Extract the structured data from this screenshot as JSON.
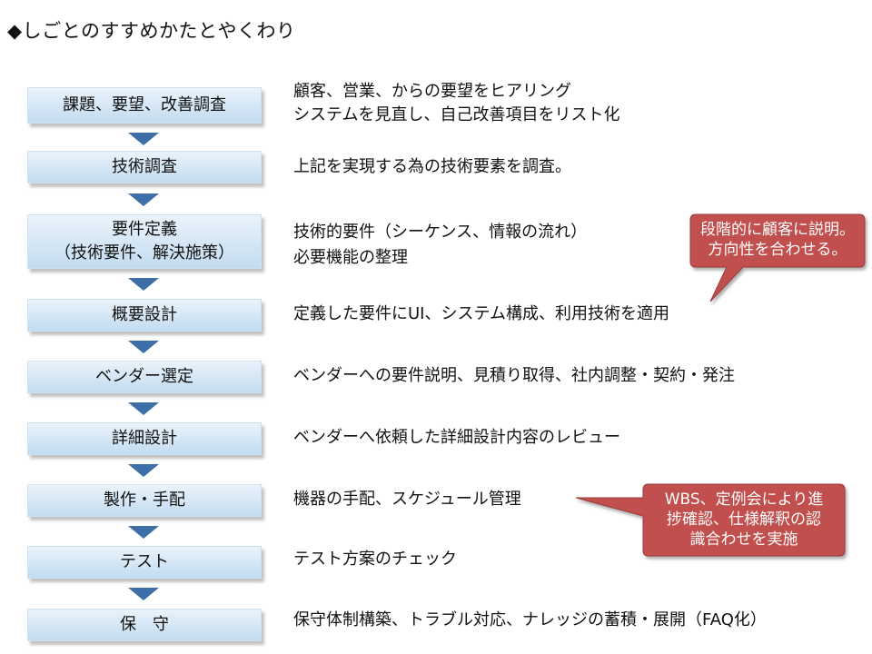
{
  "title": "◆しごとのすすめかたとやくわり",
  "steps": [
    {
      "label": "課題、要望、改善調査",
      "desc1": "顧客、営業、からの要望をヒアリング",
      "desc2": "システムを見直し、自己改善項目をリスト化"
    },
    {
      "label": "技術調査",
      "desc1": "上記を実現する為の技術要素を調査。"
    },
    {
      "label": "要件定義",
      "label2": "（技術要件、解決施策）",
      "desc1": "技術的要件（シーケンス、情報の流れ）",
      "desc2": "必要機能の整理"
    },
    {
      "label": "概要設計",
      "desc1": "定義した要件にUI、システム構成、利用技術を適用"
    },
    {
      "label": "ベンダー選定",
      "desc1": "ベンダーへの要件説明、見積り取得、社内調整・契約・発注"
    },
    {
      "label": "詳細設計",
      "desc1": "ベンダーへ依頼した詳細設計内容のレビュー"
    },
    {
      "label": "製作・手配",
      "desc1": "機器の手配、スケジュール管理"
    },
    {
      "label": "テスト",
      "desc1": "テスト方案のチェック"
    },
    {
      "label": "保　守",
      "desc1": "保守体制構築、トラブル対応、ナレッジの蓄積・展開（FAQ化）"
    }
  ],
  "callouts": [
    {
      "line1": "段階的に顧客に説明。",
      "line2": "方向性を合わせる。"
    },
    {
      "line1": "WBS、定例会により進",
      "line2": "捗確認、仕様解釈の認",
      "line3": "識合わせを実施"
    }
  ],
  "colors": {
    "step_fill": "#d4e6f5",
    "arrow": "#3d6ea8",
    "callout": "#c0504d"
  }
}
